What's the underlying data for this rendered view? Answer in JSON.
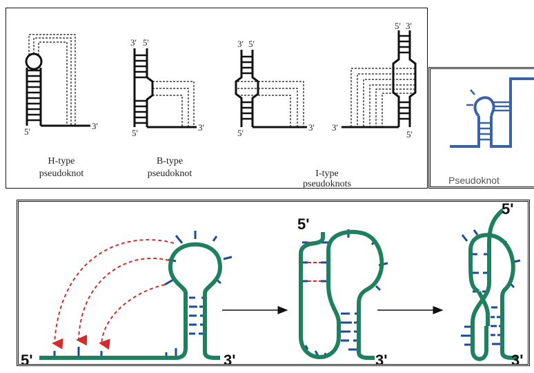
{
  "top_panel": {
    "diagrams": [
      {
        "id": "h-type",
        "caption_line1": "H-type",
        "caption_line2": "pseudoknot",
        "end_labels": [
          "5'",
          "3'"
        ]
      },
      {
        "id": "b-type",
        "caption_line1": "B-type",
        "caption_line2": "pseudoknot",
        "end_labels": [
          "3'",
          "5'",
          "5'",
          "3'"
        ]
      },
      {
        "id": "i-type",
        "caption_line1": "I-type",
        "caption_line2": "pseudoknots",
        "end_labels": [
          "3'",
          "5'",
          "5'",
          "3'",
          "5'",
          "3'",
          "3'",
          "5'"
        ]
      }
    ]
  },
  "icon_panel": {
    "label": "Pseudoknot",
    "color": "#3a62a8"
  },
  "bottom_panel": {
    "colors": {
      "strand": "#1f8060",
      "base": "#1a4a9a",
      "interaction": "#d42a2a",
      "arrow": "#111111"
    },
    "stage1": {
      "five_prime": "5'",
      "three_prime": "3'"
    },
    "stage2": {
      "five_prime": "5'",
      "three_prime": "3'"
    },
    "stage3": {
      "five_prime": "5'",
      "three_prime": "3'"
    }
  }
}
